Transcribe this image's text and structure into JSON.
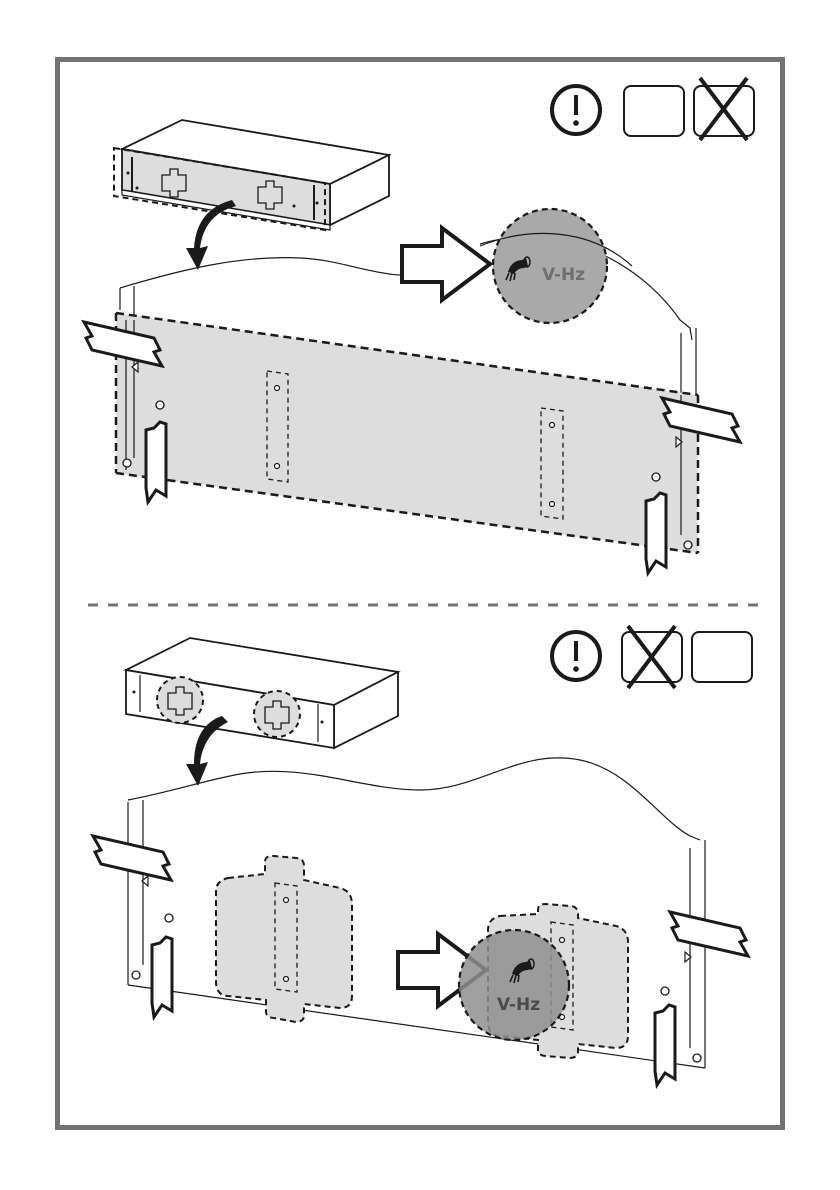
{
  "document": {
    "type": "installation instruction illustration",
    "frame_color": "#727372",
    "panel_fill": "#dddddd",
    "circle_fill": "#a9a9a9",
    "circle_fill_dark": "#8f8f8f"
  },
  "steps": [
    {
      "id": "step-1",
      "symbols": [
        {
          "name": "attention-icon",
          "glyph": "!"
        },
        {
          "name": "option-box-allowed",
          "crossed": false
        },
        {
          "name": "option-box-not-allowed",
          "crossed": true
        }
      ],
      "callout": {
        "label": "V-Hz",
        "icon": "rating-plate-tool-icon"
      }
    },
    {
      "id": "step-2",
      "symbols": [
        {
          "name": "attention-icon",
          "glyph": "!"
        },
        {
          "name": "option-box-not-allowed",
          "crossed": true
        },
        {
          "name": "option-box-allowed",
          "crossed": false
        }
      ],
      "callout": {
        "label": "V-Hz",
        "icon": "rating-plate-tool-icon"
      }
    }
  ]
}
